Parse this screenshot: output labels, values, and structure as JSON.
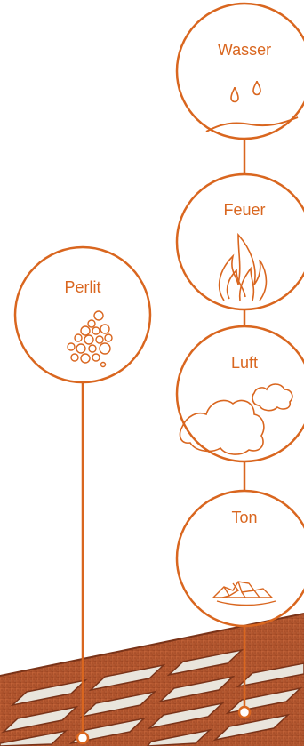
{
  "colors": {
    "accent": "#d9661f",
    "brick": "#b5532e",
    "brick_dark": "#7a3318",
    "perlite": "#e8e4dc"
  },
  "elements": [
    {
      "label": "Wasser",
      "icon": "water-drops-icon"
    },
    {
      "label": "Feuer",
      "icon": "flame-icon"
    },
    {
      "label": "Luft",
      "icon": "clouds-icon"
    },
    {
      "label": "Ton",
      "icon": "clay-pile-icon"
    }
  ],
  "perlit": {
    "label": "Perlit",
    "icon": "perlite-bubbles-icon"
  },
  "product": {
    "image": "perforated-brick-image"
  }
}
